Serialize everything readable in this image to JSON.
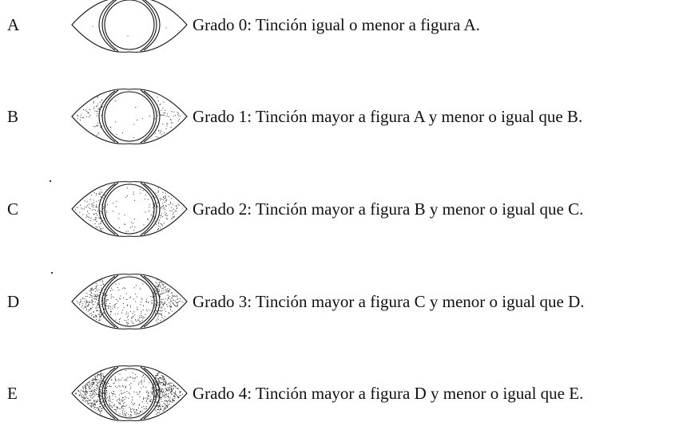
{
  "grades": [
    {
      "letter": "A",
      "level": 0,
      "description": "Grado 0: Tinción igual o menor a figura A."
    },
    {
      "letter": "B",
      "level": 1,
      "description": "Grado 1: Tinción mayor a figura A y menor o igual que B."
    },
    {
      "letter": "C",
      "level": 2,
      "description": "Grado 2: Tinción mayor a figura B y menor o igual que C."
    },
    {
      "letter": "D",
      "level": 3,
      "description": "Grado 3: Tinción mayor a figura C y menor o igual que D."
    },
    {
      "letter": "E",
      "level": 4,
      "description": "Grado 4: Tinción mayor a figura D y menor o igual que E."
    }
  ]
}
